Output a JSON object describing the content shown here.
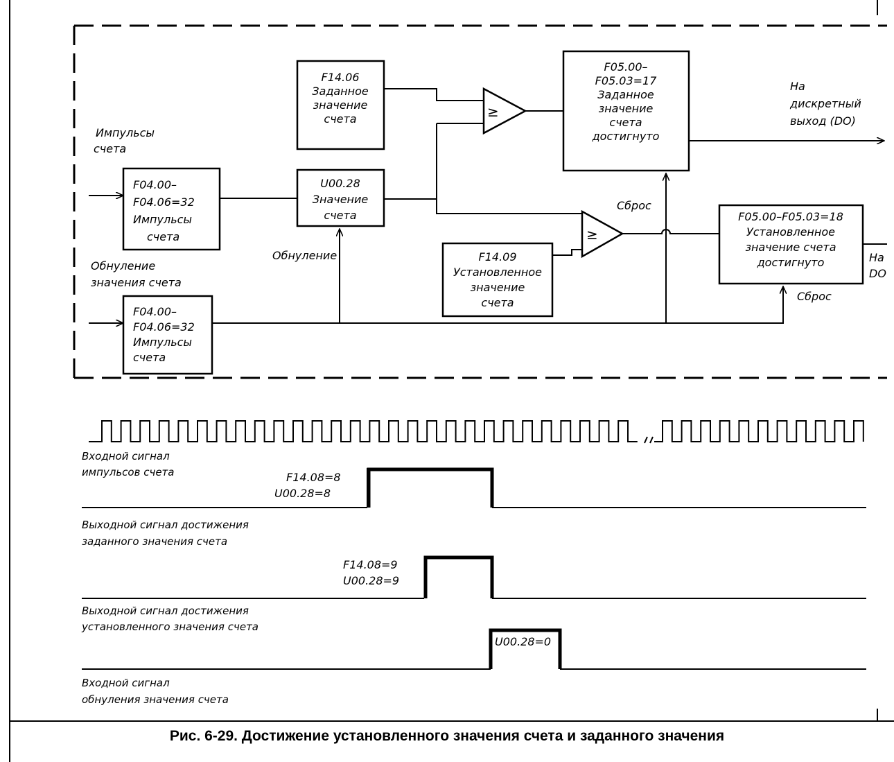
{
  "boxes": {
    "f1406": [
      "F14.06",
      "Заданное",
      "значение",
      "счета"
    ],
    "f0500_17": [
      "F05.00–",
      "F05.03=17",
      "Заданное",
      "значение",
      "счета",
      "достигнуто"
    ],
    "f0400_a": [
      "F04.00–",
      "F04.06=32",
      "Импульсы",
      "счета"
    ],
    "u0028": [
      "U00.28",
      "Значение",
      "счета"
    ],
    "f0500_18": [
      "F05.00–F05.03=18",
      "Установленное",
      "значение счета",
      "достигнуто"
    ],
    "f1409": [
      "F14.09",
      "Установленное",
      "значение",
      "счета"
    ],
    "f0400_b": [
      "F04.00–",
      "F04.06=32",
      "Импульсы",
      "счета"
    ]
  },
  "comparators": {
    "symbol": "≥"
  },
  "labels": {
    "pulses_in": [
      "Импульсы",
      "счета"
    ],
    "reset_in": [
      "Обнуление",
      "значения счета"
    ],
    "reset_to_u": "Обнуление",
    "sbros_top": "Сброс",
    "sbros_bottom": "Сброс",
    "out_top": [
      "На",
      "дискретный",
      "выход (DO)"
    ],
    "out_bottom": [
      "На",
      "DO"
    ]
  },
  "timing": {
    "pulse_label": [
      "Входной сигнал",
      "импульсов счета"
    ],
    "out1_label": [
      "Выходной сигнал достижения",
      "заданного значения счета"
    ],
    "out1_note": [
      "F14.08=8",
      "U00.28=8"
    ],
    "out2_label": [
      "Выходной сигнал достижения",
      "установленного значения счета"
    ],
    "out2_note": [
      "F14.08=9",
      "U00.28=9"
    ],
    "reset_label": [
      "Входной сигнал",
      "обнуления значения счета"
    ],
    "reset_note": "U00.28=0"
  },
  "caption": "Рис. 6-29. Достижение установленного значения счета и заданного значения"
}
